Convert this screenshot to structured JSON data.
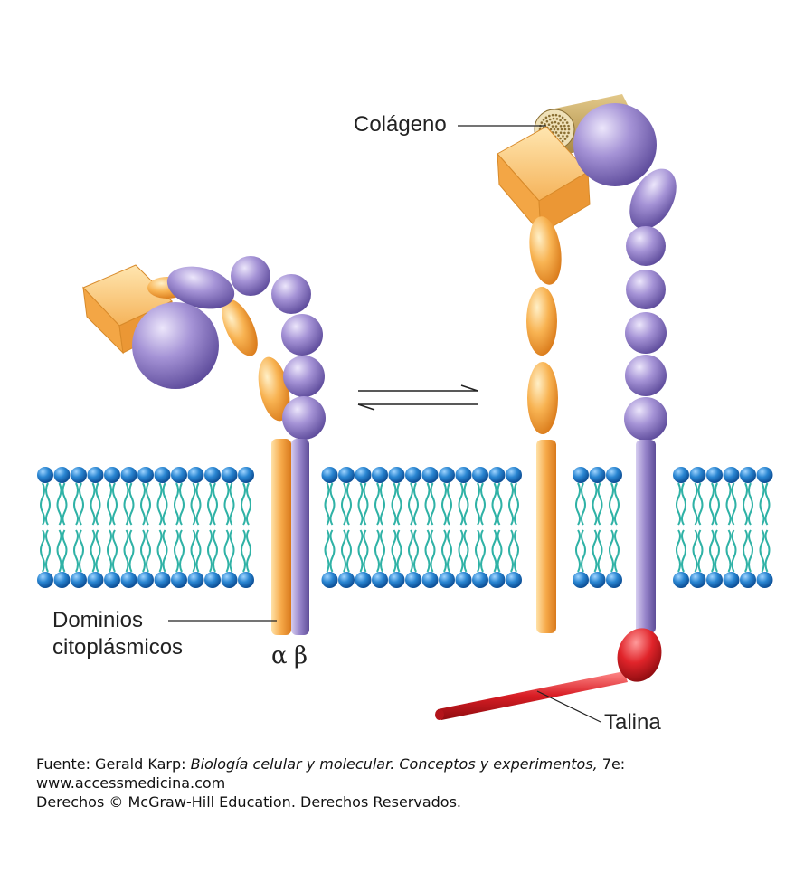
{
  "diagram": {
    "labels": {
      "collagen": "Colágeno",
      "cyto_line1": "Dominios",
      "cyto_line2": "citoplásmicos",
      "alpha": "α",
      "beta": "β",
      "talin": "Talina"
    },
    "colors": {
      "alpha_subunit": "#f5a64a",
      "beta_subunit": "#9b86c9",
      "lipid_head": "#1a78c8",
      "lipid_tail": "#2fb2a6",
      "talin": "#d81d24",
      "collagen": "#c9a860"
    }
  },
  "source": {
    "prefix": "Fuente: Gerald Karp: ",
    "book_title": "Biología celular y molecular. Conceptos y experimentos,",
    "edition": " 7e:",
    "url": "www.accessmedicina.com",
    "rights": "Derechos © McGraw-Hill Education. Derechos Reservados."
  }
}
